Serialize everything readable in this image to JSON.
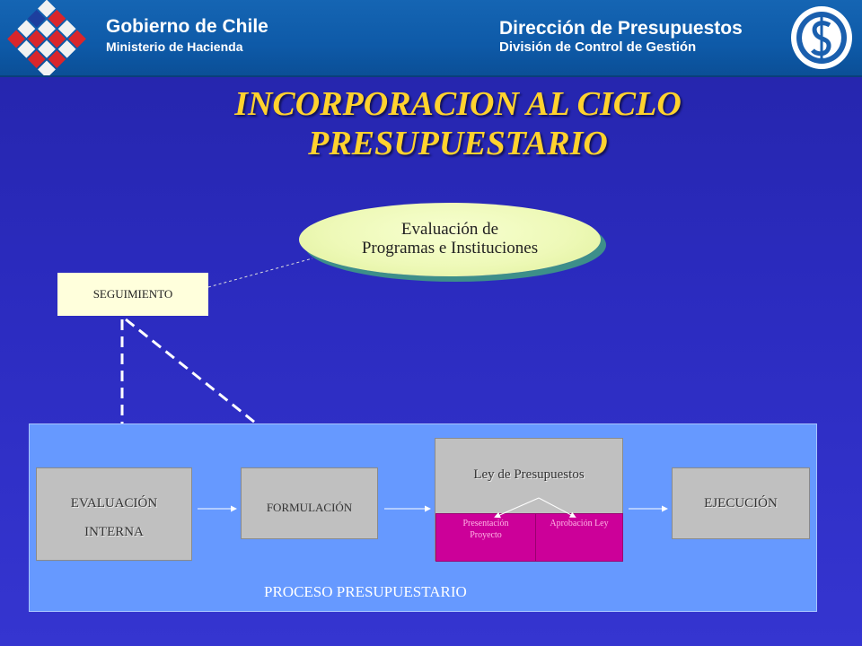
{
  "header": {
    "gov_title": "Gobierno de Chile",
    "gov_subtitle": "Ministerio de Hacienda",
    "dir_title": "Dirección de Presupuestos",
    "dir_subtitle": "División de Control de Gestión",
    "colors": {
      "bar": "#0e5aa8",
      "flag_red": "#d9262b",
      "flag_blue": "#1d3f9e"
    }
  },
  "title": {
    "line1": "INCORPORACION AL CICLO",
    "line2": "PRESUPUESTARIO",
    "color": "#ffd22e"
  },
  "evaluacion": {
    "line1": "Evaluación de",
    "line2": "Programas e Instituciones"
  },
  "seguimiento": {
    "label": "SEGUIMIENTO"
  },
  "proceso": {
    "label": "PROCESO PRESUPUESTARIO",
    "evaluacion_interna": {
      "line1": "EVALUACIÓN",
      "line2": "INTERNA"
    },
    "formulacion": {
      "label": "FORMULACIÓN"
    },
    "ley": {
      "label": "Ley de Presupuestos",
      "presentacion": {
        "line1": "Presentación",
        "line2": "Proyecto"
      },
      "aprobacion": {
        "label": "Aprobación Ley"
      }
    },
    "ejecucion": {
      "label": "EJECUCIÓN"
    }
  }
}
